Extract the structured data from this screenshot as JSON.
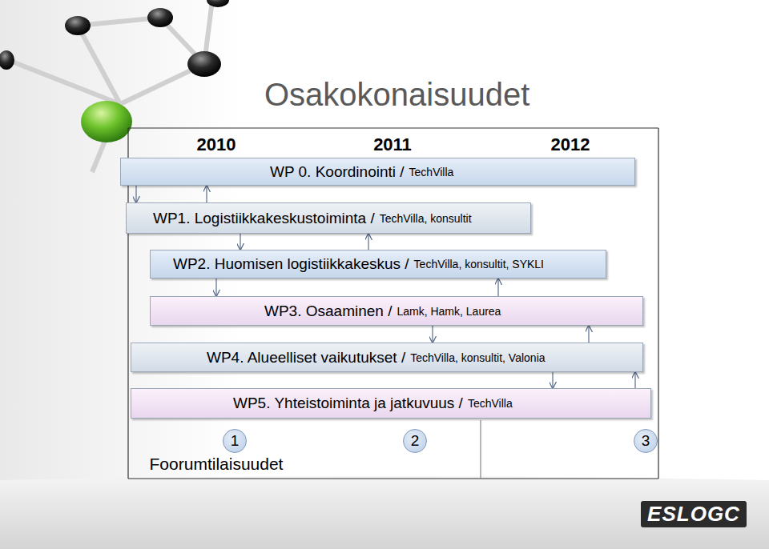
{
  "diagram": {
    "title": "Osakokonaisuudet",
    "nodes": [
      {
        "text": [
          "WP 0. Koordinointi /",
          "TechVilla"
        ]
      },
      {
        "text": [
          "WP1. Logistiikkakeskustoiminta /",
          "TechVilla, konsultit"
        ]
      },
      {
        "text": [
          "WP2. Huomisen logistiikkakeskus /",
          "TechVilla, konsultit, SYKLI"
        ]
      },
      {
        "text": [
          "WP3. Osaaminen /",
          "Lamk, Hamk, Laurea"
        ]
      },
      {
        "text": [
          "WP4. Alueelliset vaikutukset /",
          "TechVilla, konsultit, Valonia"
        ]
      },
      {
        "text": [
          "WP5. Yhteistoiminta ja jatkuvuus /",
          "TechVilla"
        ]
      },
      {
        "text": [
          "1"
        ]
      },
      {
        "text": [
          "2"
        ]
      },
      {
        "text": [
          "3"
        ]
      }
    ],
    "edges": [
      {
        "from": 1,
        "to": 0,
        "arrow": "to"
      },
      {
        "from": 2,
        "to": 1,
        "arrow": "to"
      },
      {
        "from": 3,
        "to": 2,
        "arrow": "to"
      },
      {
        "from": 4,
        "to": 3,
        "arrow": "to"
      },
      {
        "from": 5,
        "to": 4,
        "arrow": "to"
      },
      {
        "from": 0,
        "to": 1,
        "arrow": "to"
      },
      {
        "from": 1,
        "to": 2,
        "arrow": "to"
      },
      {
        "from": 2,
        "to": 3,
        "arrow": "to"
      },
      {
        "from": 3,
        "to": 4,
        "arrow": "to"
      },
      {
        "from": 4,
        "to": 5,
        "arrow": "to"
      }
    ],
    "labels": [
      "2010",
      "2011",
      "2012",
      "Foorumtilaisuudet",
      "ESLOGC"
    ]
  }
}
